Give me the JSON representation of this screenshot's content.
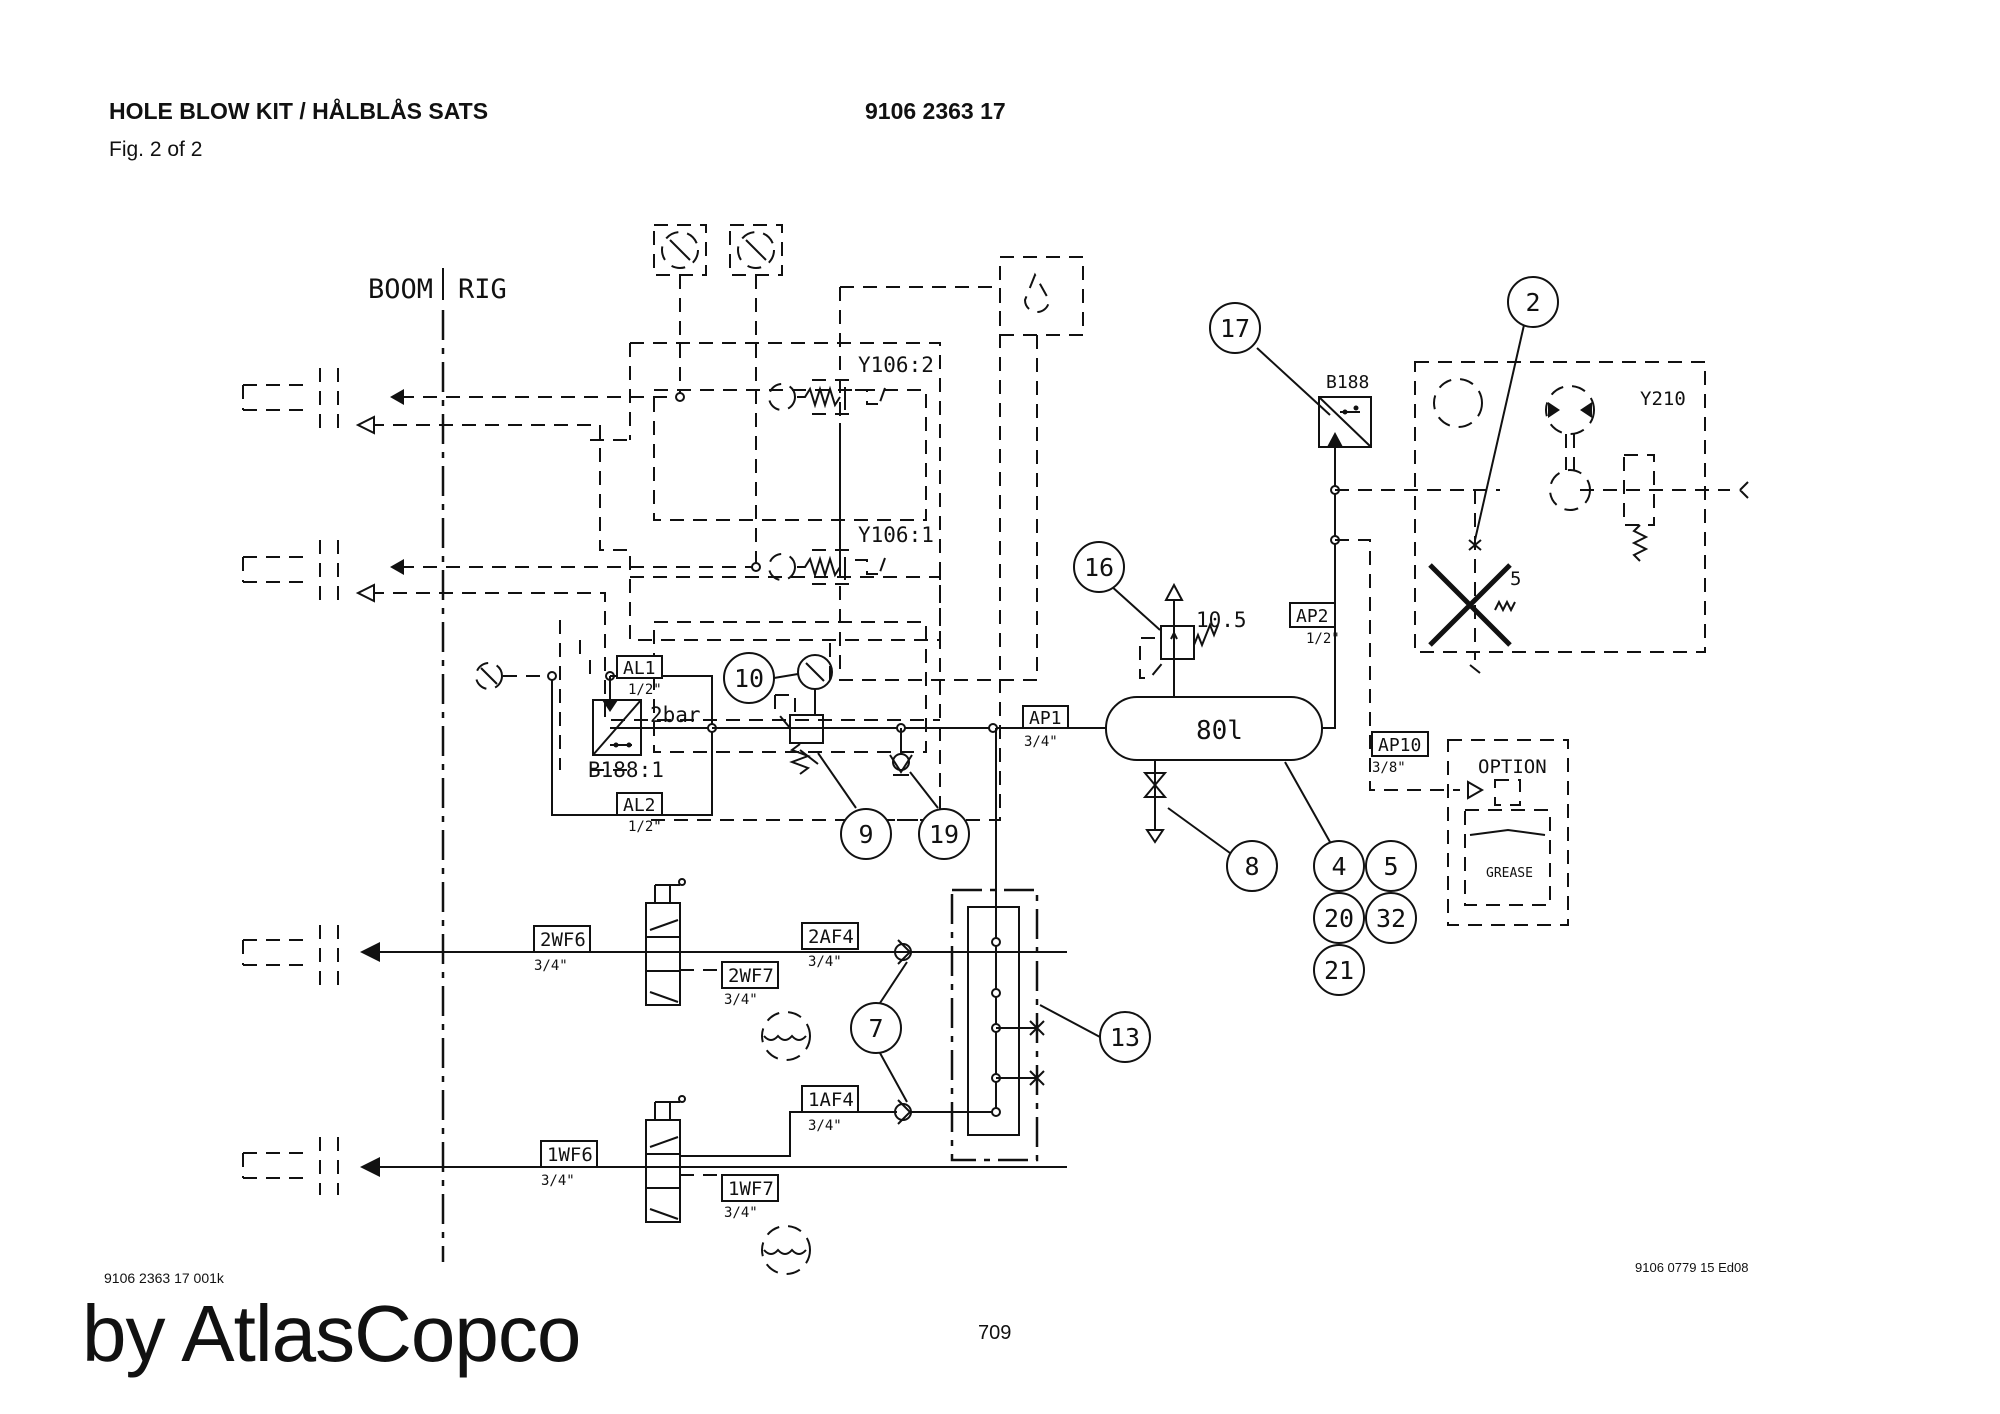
{
  "header": {
    "title": "HOLE BLOW KIT / HÅLBLÅS SATS",
    "part_number": "9106 2363 17",
    "figure": "Fig. 2 of 2"
  },
  "diagram": {
    "zones": {
      "left": "BOOM",
      "right": "RIG"
    },
    "components": {
      "y106_2": "Y106:2",
      "y106_1": "Y106:1",
      "b188_1": "B188:1",
      "b188_1_setting": "2bar",
      "b188": "B188",
      "y210": "Y210",
      "relief_setting": "10.5",
      "tank": "80l",
      "crossed_ref": "5",
      "option": "OPTION",
      "grease": "GREASE"
    },
    "hoses": [
      {
        "id": "AL1",
        "size": "1/2\""
      },
      {
        "id": "AL2",
        "size": "1/2\""
      },
      {
        "id": "AP1",
        "size": "3/4\""
      },
      {
        "id": "AP2",
        "size": "1/2\""
      },
      {
        "id": "AP10",
        "size": "3/8\""
      },
      {
        "id": "2WF6",
        "size": "3/4\""
      },
      {
        "id": "2WF7",
        "size": "3/4\""
      },
      {
        "id": "2AF4",
        "size": "3/4\""
      },
      {
        "id": "1WF6",
        "size": "3/4\""
      },
      {
        "id": "1WF7",
        "size": "3/4\""
      },
      {
        "id": "1AF4",
        "size": "3/4\""
      }
    ],
    "balloons": [
      "2",
      "17",
      "16",
      "10",
      "9",
      "19",
      "8",
      "4",
      "5",
      "20",
      "32",
      "21",
      "7",
      "13"
    ]
  },
  "footer": {
    "drawing_ref": "9106 0779 15 Ed08",
    "file_ref": "9106 2363 17 001k",
    "page": "709",
    "watermark": "by AtlasCopco"
  }
}
